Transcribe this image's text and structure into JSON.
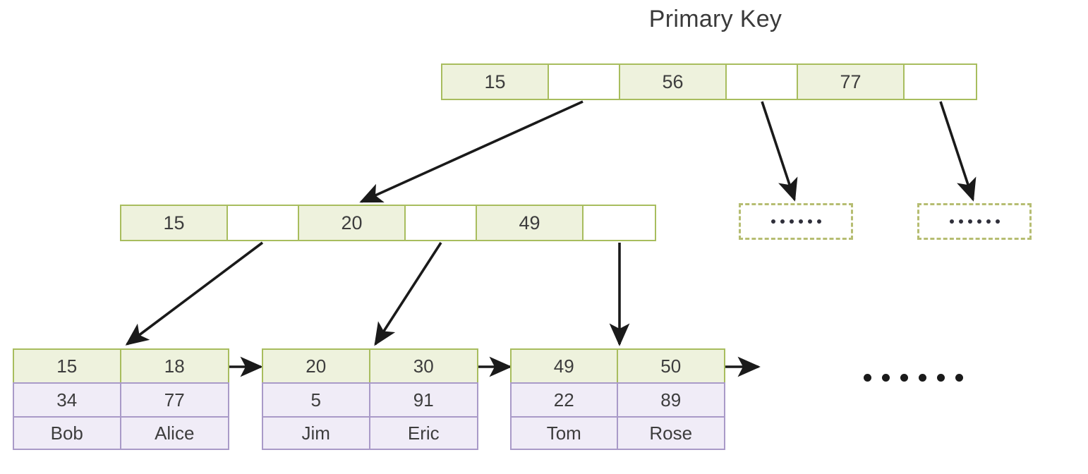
{
  "title": "Primary Key",
  "colors": {
    "key_fill": "#eef2dd",
    "key_border": "#a8bd5e",
    "data_fill": "#f0ecf7",
    "data_border": "#a99ac8",
    "dashed_border": "#b6bd72",
    "arrow": "#1a1a1a",
    "text": "#3d3d3d",
    "background": "#ffffff"
  },
  "root_node": {
    "label": "root-index-node",
    "cells": [
      {
        "type": "key",
        "value": "15"
      },
      {
        "type": "ptr",
        "value": ""
      },
      {
        "type": "key",
        "value": "56"
      },
      {
        "type": "ptr",
        "value": ""
      },
      {
        "type": "key",
        "value": "77"
      },
      {
        "type": "ptr",
        "value": ""
      }
    ]
  },
  "internal_node": {
    "label": "internal-index-node",
    "cells": [
      {
        "type": "key",
        "value": "15"
      },
      {
        "type": "ptr",
        "value": ""
      },
      {
        "type": "key",
        "value": "20"
      },
      {
        "type": "ptr",
        "value": ""
      },
      {
        "type": "key",
        "value": "49"
      },
      {
        "type": "ptr",
        "value": ""
      }
    ]
  },
  "leaf_nodes": [
    {
      "label": "leaf-node-1",
      "keys": [
        "15",
        "18"
      ],
      "rows": [
        [
          "34",
          "77"
        ],
        [
          "Bob",
          "Alice"
        ]
      ]
    },
    {
      "label": "leaf-node-2",
      "keys": [
        "20",
        "30"
      ],
      "rows": [
        [
          "5",
          "91"
        ],
        [
          "Jim",
          "Eric"
        ]
      ]
    },
    {
      "label": "leaf-node-3",
      "keys": [
        "49",
        "50"
      ],
      "rows": [
        [
          "22",
          "89"
        ],
        [
          "Tom",
          "Rose"
        ]
      ]
    }
  ],
  "placeholder_boxes": [
    {
      "label": "placeholder-node-1",
      "dots": 6
    },
    {
      "label": "placeholder-node-2",
      "dots": 6
    }
  ],
  "leaf_ellipsis": {
    "label": "leaf-chain-ellipsis",
    "dots": 6
  }
}
